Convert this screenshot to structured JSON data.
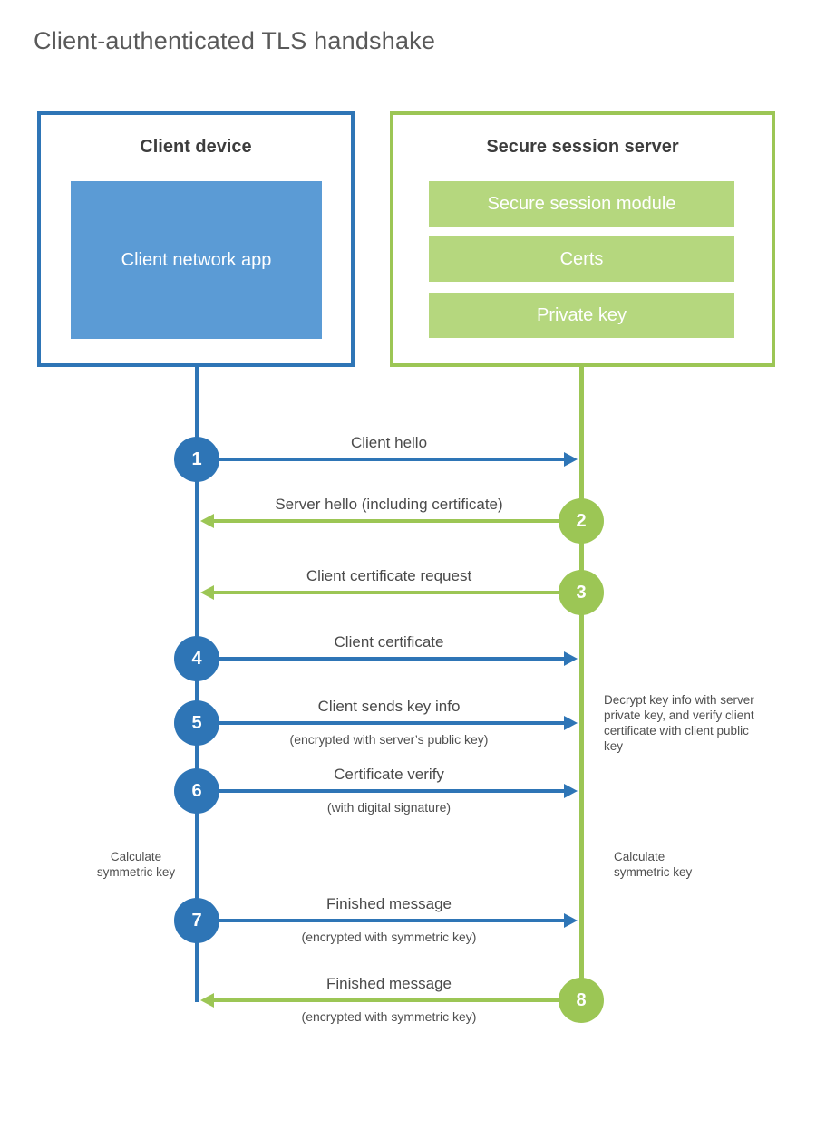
{
  "title": "Client-authenticated TLS handshake",
  "colors": {
    "blue_accent": "#2e75b6",
    "blue_fill": "#5b9bd5",
    "green_accent": "#9cc655",
    "green_fill": "#b5d77e",
    "heading_text": "#3d3d3d",
    "label_text": "#4a4a4a",
    "title_text": "#595959"
  },
  "client_box": {
    "title": "Client device",
    "app_label": "Client network app"
  },
  "server_box": {
    "title": "Secure session server",
    "modules": [
      "Secure session module",
      "Certs",
      "Private key"
    ]
  },
  "messages": [
    {
      "number": "1",
      "from": "client",
      "to": "server",
      "label": "Client hello",
      "sublabel": ""
    },
    {
      "number": "2",
      "from": "server",
      "to": "client",
      "label": "Server hello (including certificate)",
      "sublabel": ""
    },
    {
      "number": "3",
      "from": "server",
      "to": "client",
      "label": "Client certificate request",
      "sublabel": ""
    },
    {
      "number": "4",
      "from": "client",
      "to": "server",
      "label": "Client certificate",
      "sublabel": ""
    },
    {
      "number": "5",
      "from": "client",
      "to": "server",
      "label": "Client sends key info",
      "sublabel": "(encrypted with server’s public key)"
    },
    {
      "number": "6",
      "from": "client",
      "to": "server",
      "label": "Certificate verify",
      "sublabel": "(with digital signature)"
    },
    {
      "number": "7",
      "from": "client",
      "to": "server",
      "label": "Finished message",
      "sublabel": "(encrypted with symmetric key)"
    },
    {
      "number": "8",
      "from": "server",
      "to": "client",
      "label": "Finished message",
      "sublabel": "(encrypted with symmetric key)"
    }
  ],
  "annotations": {
    "decrypt_note": "Decrypt key info with server private key, and verify client certificate with client public key",
    "calculate_left": "Calculate symmetric key",
    "calculate_right": "Calculate symmetric key"
  }
}
